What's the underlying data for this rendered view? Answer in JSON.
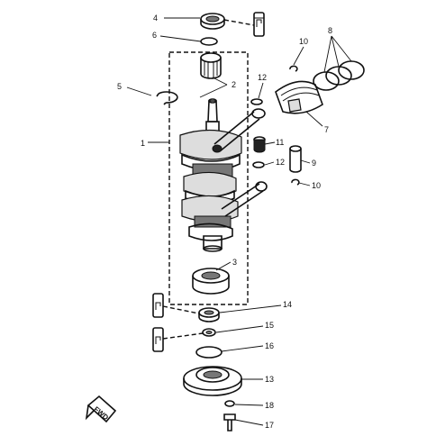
{
  "callouts": [
    {
      "id": "4",
      "label": "4"
    },
    {
      "id": "6",
      "label": "6"
    },
    {
      "id": "2",
      "label": "2"
    },
    {
      "id": "5",
      "label": "5"
    },
    {
      "id": "1",
      "label": "1"
    },
    {
      "id": "3",
      "label": "3"
    },
    {
      "id": "10a",
      "label": "10"
    },
    {
      "id": "8",
      "label": "8"
    },
    {
      "id": "12a",
      "label": "12"
    },
    {
      "id": "7",
      "label": "7"
    },
    {
      "id": "11",
      "label": "11"
    },
    {
      "id": "12b",
      "label": "12"
    },
    {
      "id": "9",
      "label": "9"
    },
    {
      "id": "10b",
      "label": "10"
    },
    {
      "id": "14",
      "label": "14"
    },
    {
      "id": "15",
      "label": "15"
    },
    {
      "id": "16",
      "label": "16"
    },
    {
      "id": "13",
      "label": "13"
    },
    {
      "id": "18",
      "label": "18"
    },
    {
      "id": "17",
      "label": "17"
    }
  ],
  "fwd_marker": "FWD",
  "colors": {
    "ink": "#111111",
    "paper": "#ffffff"
  },
  "icons": [
    "grease-tube-icon",
    "fwd-arrow-icon"
  ]
}
